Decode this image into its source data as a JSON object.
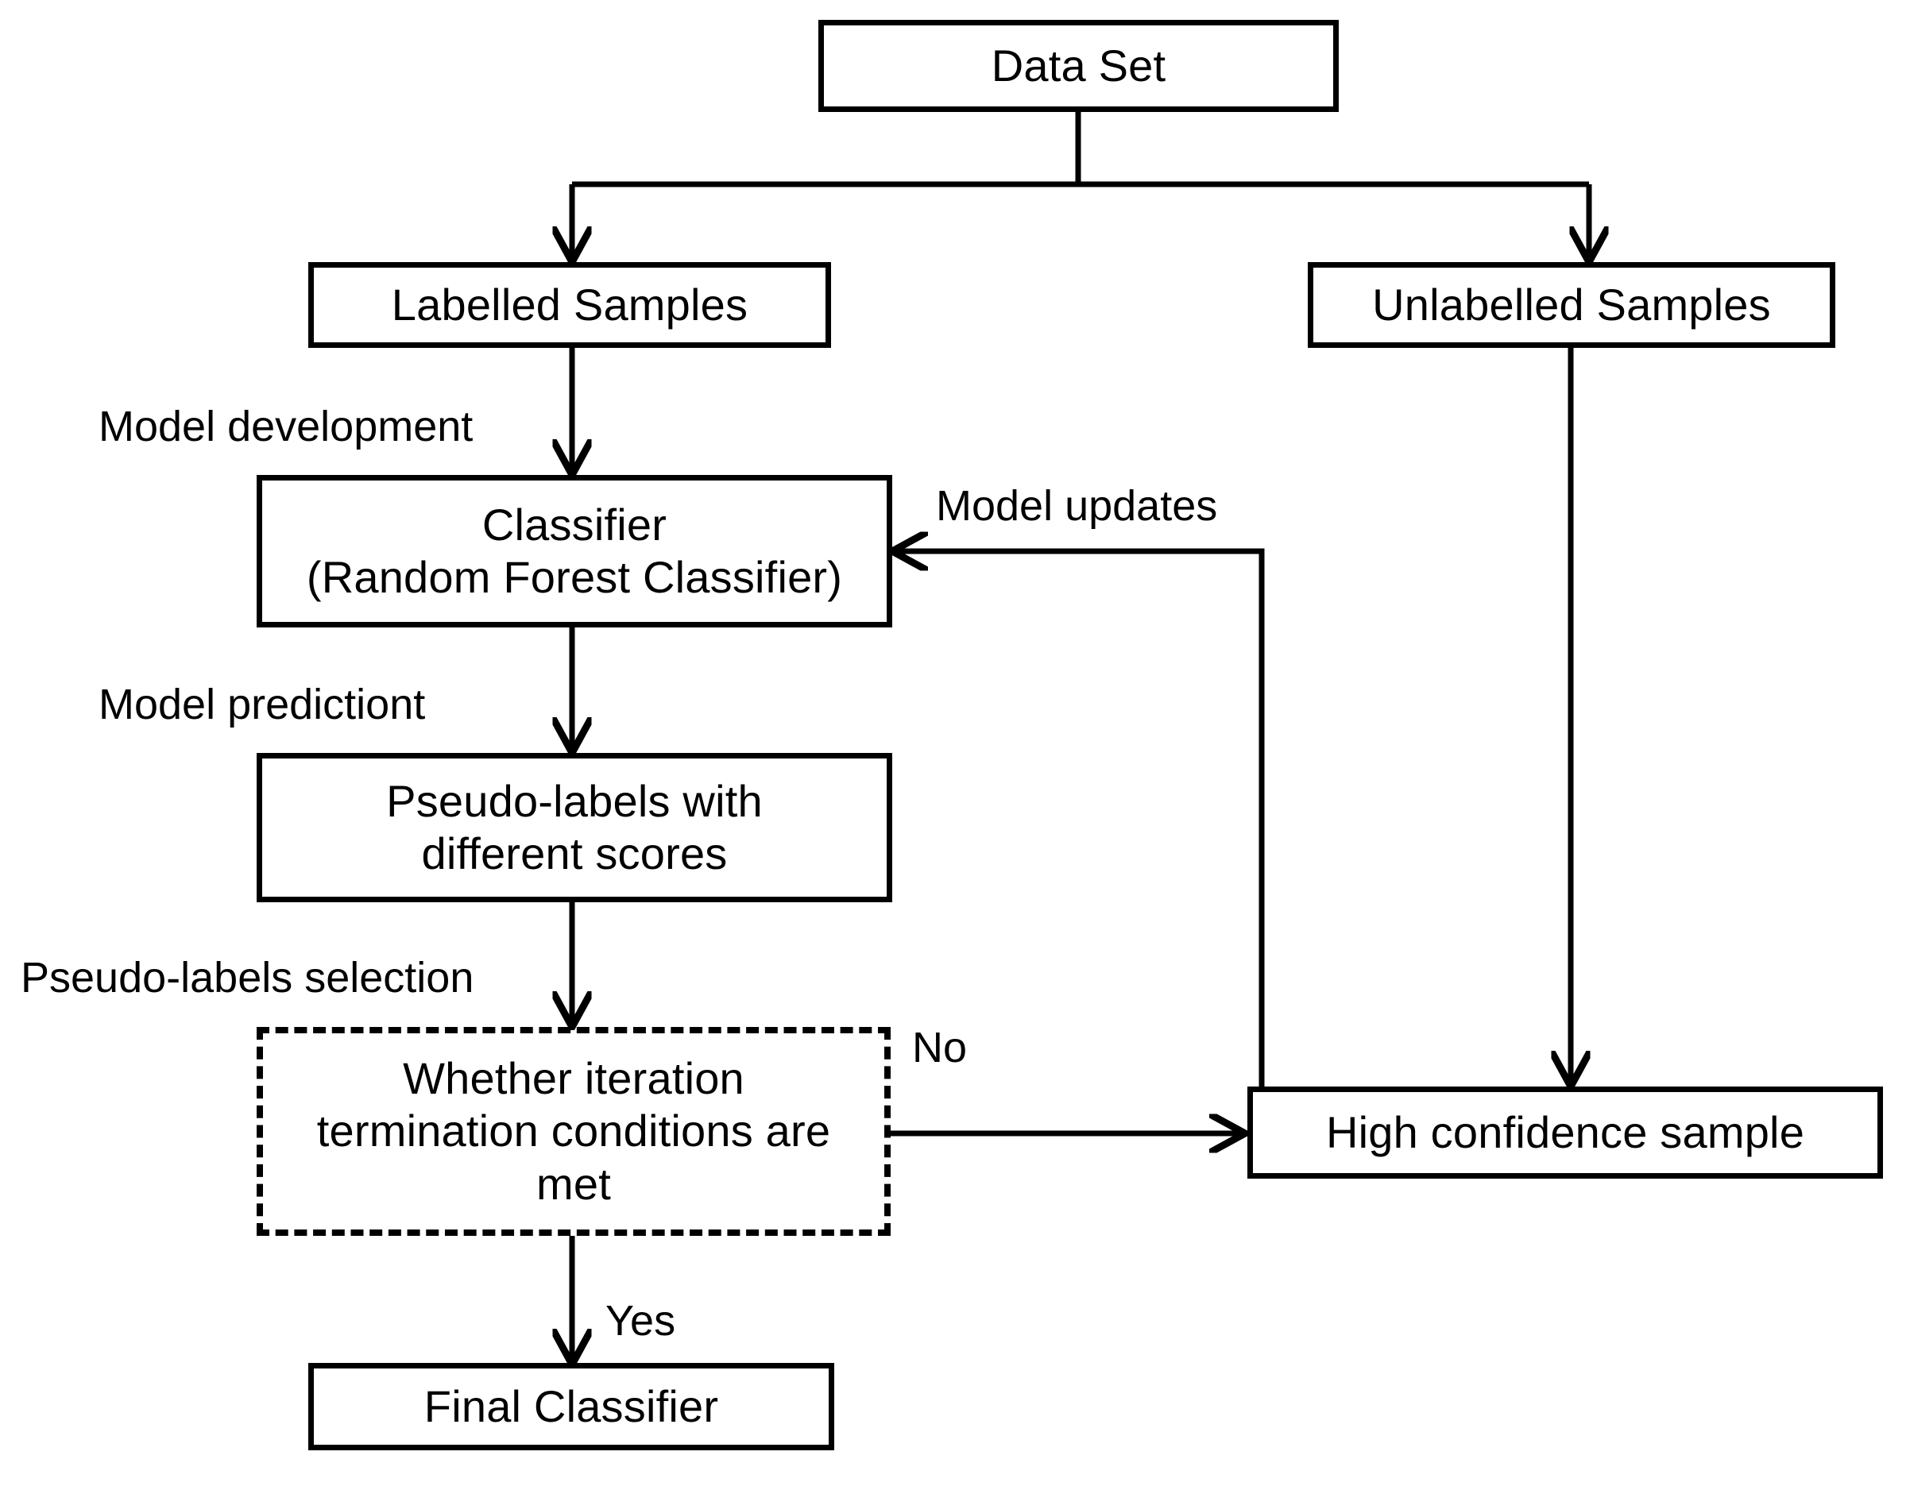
{
  "diagram": {
    "title": "Semi-supervised self-training flowchart",
    "colors": {
      "stroke": "#000000",
      "background": "#ffffff",
      "text": "#000000"
    },
    "nodes": {
      "data_set": {
        "label": "Data Set",
        "shape": "rectangle",
        "border": "solid"
      },
      "labelled_samples": {
        "label": "Labelled Samples",
        "shape": "rectangle",
        "border": "solid"
      },
      "unlabelled_samples": {
        "label": "Unlabelled Samples",
        "shape": "rectangle",
        "border": "solid"
      },
      "classifier": {
        "label": "Classifier\n(Random Forest Classifier)",
        "shape": "rectangle",
        "border": "solid"
      },
      "pseudo_labels": {
        "label": "Pseudo-labels with\ndifferent scores",
        "shape": "rectangle",
        "border": "solid"
      },
      "decision": {
        "label": "Whether iteration\ntermination conditions are\nmet",
        "shape": "rectangle",
        "border": "dashed"
      },
      "high_confidence": {
        "label": "High confidence sample",
        "shape": "rectangle",
        "border": "solid"
      },
      "final_classifier": {
        "label": "Final Classifier",
        "shape": "rectangle",
        "border": "solid"
      }
    },
    "edge_labels": {
      "model_development": "Model development",
      "model_prediction": "Model predictiont",
      "pseudo_labels_selection": "Pseudo-labels selection",
      "model_updates": "Model updates",
      "no": "No",
      "yes": "Yes"
    },
    "edges": [
      {
        "from": "data_set",
        "to": "labelled_samples",
        "label": ""
      },
      {
        "from": "data_set",
        "to": "unlabelled_samples",
        "label": ""
      },
      {
        "from": "labelled_samples",
        "to": "classifier",
        "label": "Model development"
      },
      {
        "from": "classifier",
        "to": "pseudo_labels",
        "label": "Model predictiont"
      },
      {
        "from": "pseudo_labels",
        "to": "decision",
        "label": "Pseudo-labels selection"
      },
      {
        "from": "decision",
        "to": "high_confidence",
        "label": "No"
      },
      {
        "from": "decision",
        "to": "final_classifier",
        "label": "Yes"
      },
      {
        "from": "unlabelled_samples",
        "to": "high_confidence",
        "label": ""
      },
      {
        "from": "high_confidence",
        "to": "classifier",
        "label": "Model updates"
      }
    ]
  }
}
